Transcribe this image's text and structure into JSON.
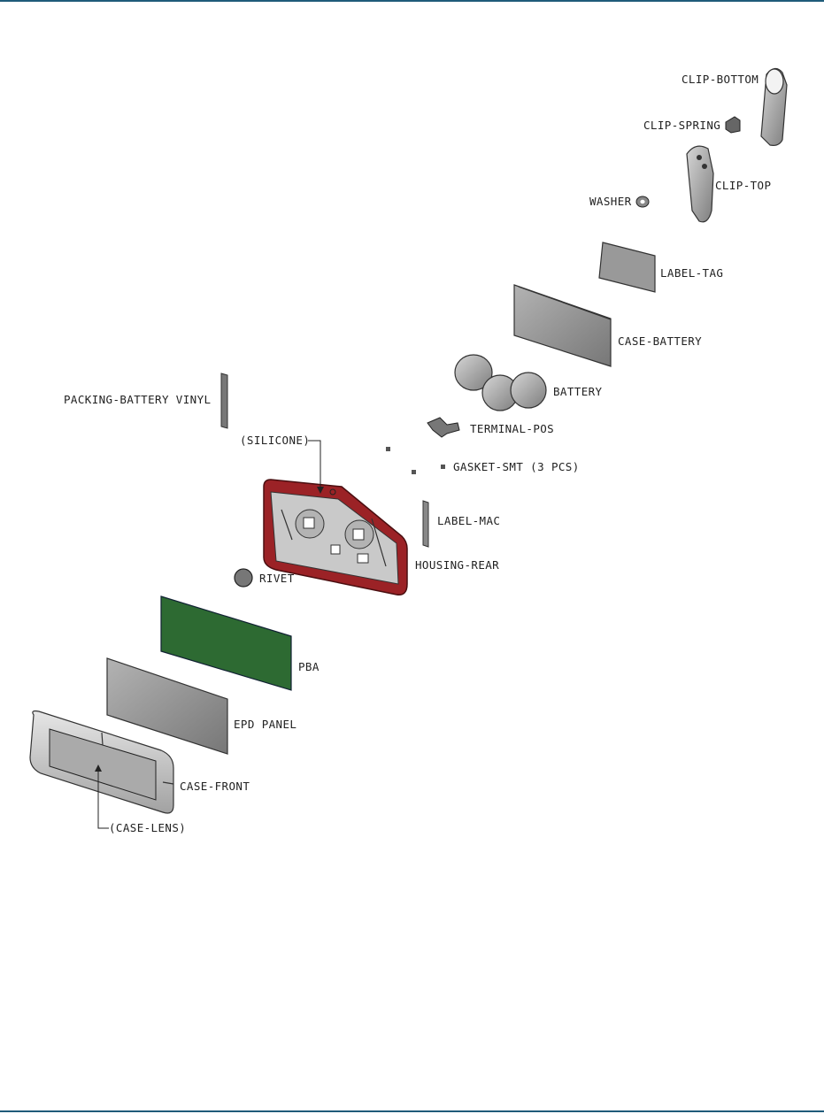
{
  "labels": {
    "clip_bottom": "CLIP-BOTTOM",
    "clip_spring": "CLIP-SPRING",
    "clip_top": "CLIP-TOP",
    "washer": "WASHER",
    "label_tag": "LABEL-TAG",
    "case_battery": "CASE-BATTERY",
    "battery": "BATTERY",
    "packing_battery_vinyl": "PACKING-BATTERY VINYL",
    "terminal_pos": "TERMINAL-POS",
    "silicone": "(SILICONE)",
    "gasket_smt": "GASKET-SMT (3 PCS)",
    "label_mac": "LABEL-MAC",
    "housing_rear": "HOUSING-REAR",
    "rivet": "RIVET",
    "pba": "PBA",
    "epd_panel": "EPD PANEL",
    "case_front": "CASE-FRONT",
    "case_lens": "(CASE-LENS)"
  },
  "colors": {
    "rule": "#1f5b7a",
    "housing_red": "#9b2226",
    "pba_green": "#2d6a32",
    "panel_gray": "#8d8d8d",
    "metal_gray": "#a9a9a9"
  }
}
